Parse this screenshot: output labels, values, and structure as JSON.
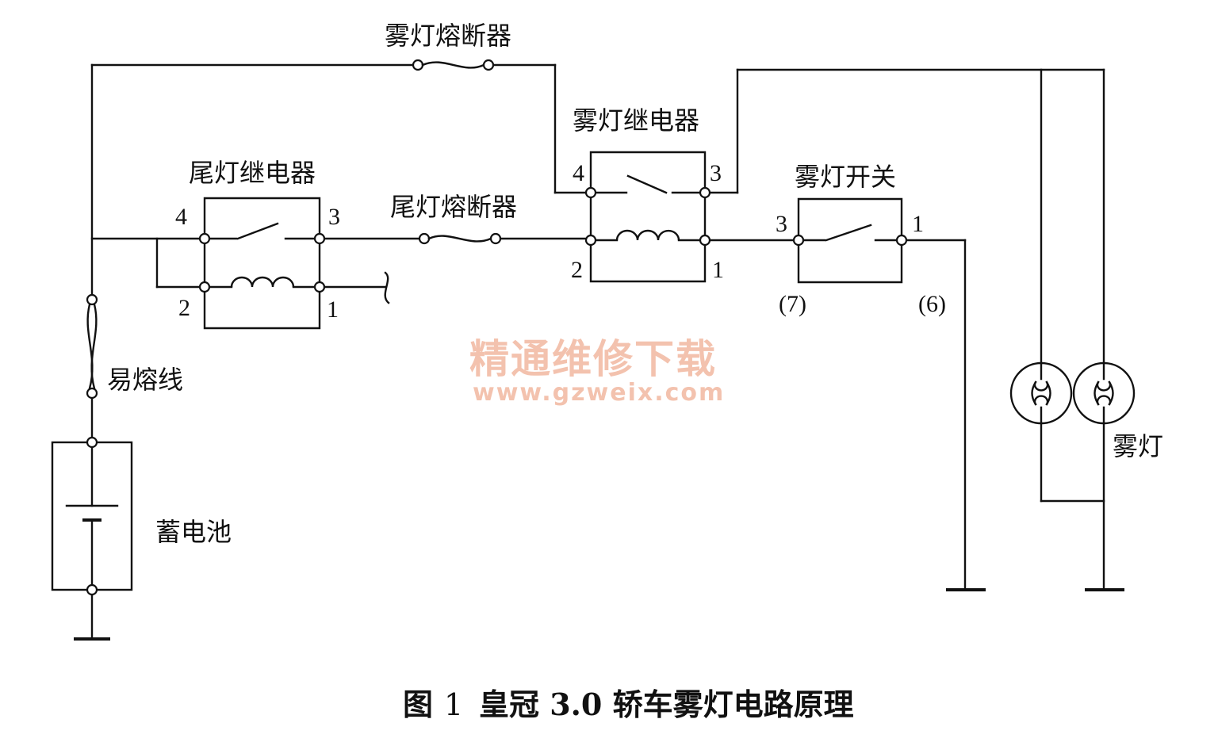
{
  "labels": {
    "fog_fuse": "雾灯熔断器",
    "fog_relay": "雾灯继电器",
    "tail_relay": "尾灯继电器",
    "tail_fuse": "尾灯熔断器",
    "fog_switch": "雾灯开关",
    "fusible_link": "易熔线",
    "battery": "蓄电池",
    "fog_lamp": "雾灯"
  },
  "pins": {
    "tail_relay": {
      "p4": "4",
      "p3": "3",
      "p2": "2",
      "p1": "1"
    },
    "fog_relay": {
      "p4": "4",
      "p3": "3",
      "p2": "2",
      "p1": "1"
    },
    "fog_switch": {
      "p3": "3",
      "p1": "1",
      "c7": "(7)",
      "c6": "(6)"
    }
  },
  "watermark": {
    "line1": "精通维修下载",
    "line2": "www.gzweix.com"
  },
  "caption": {
    "prefix": "图",
    "number": "1",
    "text": "皇冠 3.0 轿车雾灯电路原理"
  }
}
